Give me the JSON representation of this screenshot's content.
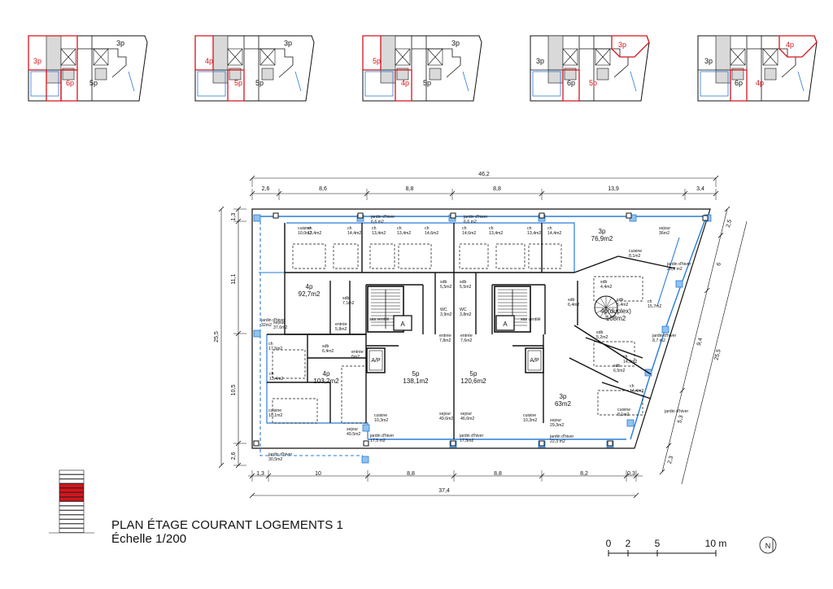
{
  "thumbnails": [
    {
      "labels": [
        "3p",
        "3p",
        "6p",
        "5p"
      ],
      "highlight": [
        "3p",
        "6p"
      ]
    },
    {
      "labels": [
        "3p",
        "4p",
        "5p",
        "5p"
      ],
      "highlight": [
        "4p",
        "5p"
      ]
    },
    {
      "labels": [
        "3p",
        "5p",
        "4p",
        "5p"
      ],
      "highlight": [
        "5p",
        "4p"
      ]
    },
    {
      "labels": [
        "3p",
        "3p",
        "6p",
        "5p",
        "5p"
      ],
      "highlight": [
        "3p",
        "5p"
      ]
    },
    {
      "labels": [
        "4p",
        "3p",
        "6p",
        "4p",
        "5p"
      ],
      "highlight": [
        "4p",
        "4p"
      ]
    }
  ],
  "dims": {
    "top_total": "46,2",
    "top": [
      "2,6",
      "8,6",
      "8,8",
      "8,8",
      "13,9",
      "3,4"
    ],
    "bottom": [
      "1,3",
      "10",
      "8,8",
      "8,8",
      "8,2",
      "0,3"
    ],
    "bottom_total": "37,4",
    "left": [
      "1,3",
      "11,1",
      "10,5",
      "2,6"
    ],
    "left_total": "25,5",
    "right_outer": [
      "2,5",
      "6",
      "9,4",
      "5,3",
      "2,3"
    ],
    "right_total": "25,5"
  },
  "rooms": [
    {
      "t": "cuisine",
      "a": "10,0m2"
    },
    {
      "t": "ch",
      "a": "13,4m2"
    },
    {
      "t": "ch",
      "a": "14,4m2"
    },
    {
      "t": "ch",
      "a": "13,4m2"
    },
    {
      "t": "ch",
      "a": "13,4m2"
    },
    {
      "t": "ch",
      "a": "14,6m2"
    },
    {
      "t": "ch",
      "a": "14,6m2"
    },
    {
      "t": "ch",
      "a": "13,4m2"
    },
    {
      "t": "ch",
      "a": "13,4m2"
    },
    {
      "t": "ch",
      "a": "14,4m2"
    },
    {
      "t": "sejour",
      "a": "36m2"
    },
    {
      "t": "jardin d'hiver",
      "a": "6,6 m2"
    },
    {
      "t": "jardin d'hiver",
      "a": "6,6 m2"
    },
    {
      "t": "sdb",
      "a": "7,1m2"
    },
    {
      "t": "sdb",
      "a": "5,5m2"
    },
    {
      "t": "sdb",
      "a": "5,5m2"
    },
    {
      "t": "WC",
      "a": "3,9m2"
    },
    {
      "t": "WC",
      "a": "3,8m2"
    },
    {
      "t": "sdb",
      "a": "6,4m2"
    },
    {
      "t": "jardin d'hiver",
      "a": "32m2"
    },
    {
      "t": "sejour",
      "a": "37,6m2"
    },
    {
      "t": "entrée",
      "a": "5,8m2"
    },
    {
      "t": "sas ventilé",
      "a": ""
    },
    {
      "t": "sas ventilé",
      "a": ""
    },
    {
      "t": "entrée",
      "a": "7,8m2"
    },
    {
      "t": "entrée",
      "a": "7,6m2"
    },
    {
      "t": "ch",
      "a": "17,5m2"
    },
    {
      "t": "sdb",
      "a": "6,4m2"
    },
    {
      "t": "entrée",
      "a": "6m2"
    },
    {
      "t": "ch",
      "a": "13,4m2"
    },
    {
      "t": "cuisine",
      "a": "10,1m2"
    },
    {
      "t": "sejour",
      "a": "49,5m2"
    },
    {
      "t": "jardin d'hiver",
      "a": "30,5m2"
    },
    {
      "t": "cuisine",
      "a": "10,3m2"
    },
    {
      "t": "sejour",
      "a": "49,6m2"
    },
    {
      "t": "sejour",
      "a": "46,6m2"
    },
    {
      "t": "cuisine",
      "a": "10,3m2"
    },
    {
      "t": "jardin d'hiver",
      "a": "17,5 m2"
    },
    {
      "t": "jardin d'hiver",
      "a": "17,5m2"
    },
    {
      "t": "jardin d'hiver",
      "a": "22,3 m2"
    },
    {
      "t": "cuisine",
      "a": "8,1m2"
    },
    {
      "t": "jardin d'hiver",
      "a": "25,2 m2"
    },
    {
      "t": "sdb",
      "a": "4,4m2"
    },
    {
      "t": "ch",
      "a": "15,7m2"
    },
    {
      "t": "sdb",
      "a": "6,4m2"
    },
    {
      "t": "sdb",
      "a": "5,2m2"
    },
    {
      "t": "jardin d'hiver",
      "a": "8,7 m2"
    },
    {
      "t": "ch",
      "a": "14,9m2"
    },
    {
      "t": "sdb",
      "a": "6,5m2"
    },
    {
      "t": "ch",
      "a": "14,4m2"
    },
    {
      "t": "jardin d'hiver",
      "a": ""
    },
    {
      "t": "cuisine",
      "a": "8,1m2"
    },
    {
      "t": "sejour",
      "a": "29,3m2"
    }
  ],
  "units": [
    {
      "t": "3p",
      "a": "76,9m2"
    },
    {
      "t": "4p",
      "a": "92,7m2"
    },
    {
      "t": "4p(duplex)",
      "a": "108m2"
    },
    {
      "t": "4p",
      "a": "103,2m2"
    },
    {
      "t": "5p",
      "a": "138,1m2"
    },
    {
      "t": "5p",
      "a": "120,6m2"
    },
    {
      "t": "3p",
      "a": "63m2"
    }
  ],
  "symbols": {
    "lift": "A",
    "stair_up": "A/P"
  },
  "title": "PLAN ÉTAGE COURANT LOGEMENTS 1",
  "scale_text": "Échelle 1/200",
  "scale_bar": [
    "0",
    "2",
    "5",
    "10 m"
  ],
  "north": "N",
  "colors": {
    "wall": "#111111",
    "glazing": "#2a7bd6",
    "highlight": "#d4151c",
    "fill": "#d9d9d9"
  }
}
